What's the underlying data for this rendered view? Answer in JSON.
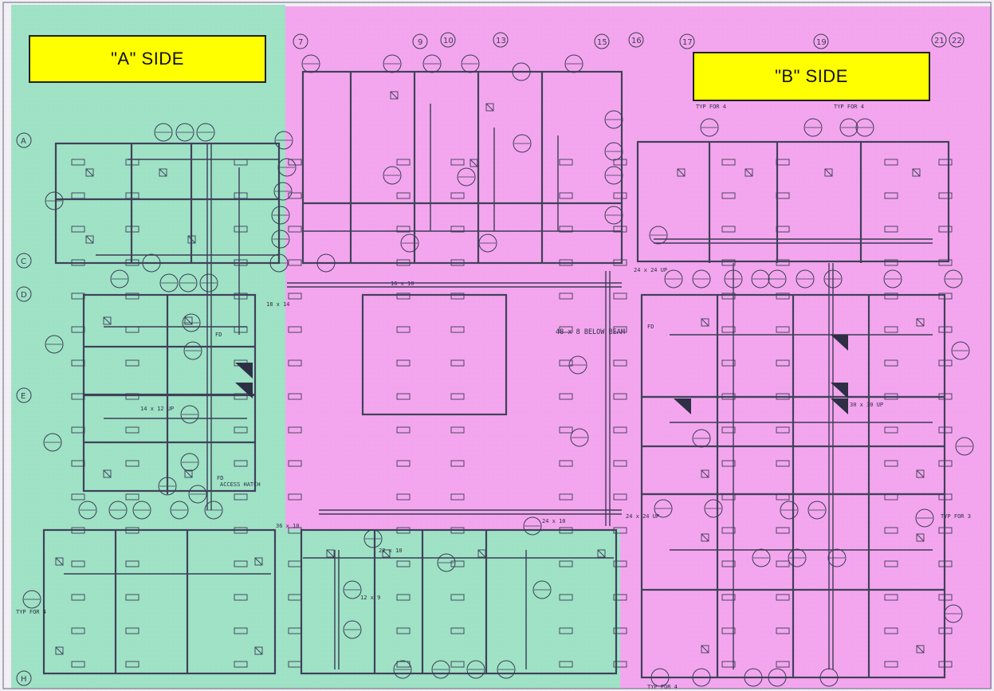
{
  "zones": {
    "a_side_label": "\"A\" SIDE",
    "b_side_label": "\"B\" SIDE"
  },
  "colors": {
    "a_side": "#9fe2c6",
    "b_side": "#f3a6ee",
    "a_annex": "#9fe2c6",
    "label_fill": "#ffff00",
    "linework": "#3b3c55"
  },
  "grid_labels": {
    "columns": [
      "7",
      "9",
      "10",
      "13",
      "15",
      "16",
      "17",
      "19",
      "21",
      "22"
    ],
    "rows": [
      "A",
      "C",
      "D",
      "E",
      "H"
    ]
  },
  "annotations": {
    "beam_note": "48 x 8 BELOW BEAM",
    "access_hatch": "ACCESS HATCH",
    "typ_for_4": "TYP FOR 4",
    "typ_for_3": "TYP FOR 3",
    "fire_damper": "FD",
    "duct_24x24_up": "24 x 24 UP",
    "duct_24x24_up_b": "24 x 24 UP",
    "duct_30x30_up": "30 x 30 UP",
    "duct_16x10": "16 x 10",
    "duct_24x10": "24 x 10",
    "duct_14x12_up": "14 x 12 UP",
    "duct_22x10": "22 x 10",
    "duct_12x9": "12 x 9",
    "duct_18x14": "18 x 14",
    "duct_36x10": "36 x 10"
  }
}
